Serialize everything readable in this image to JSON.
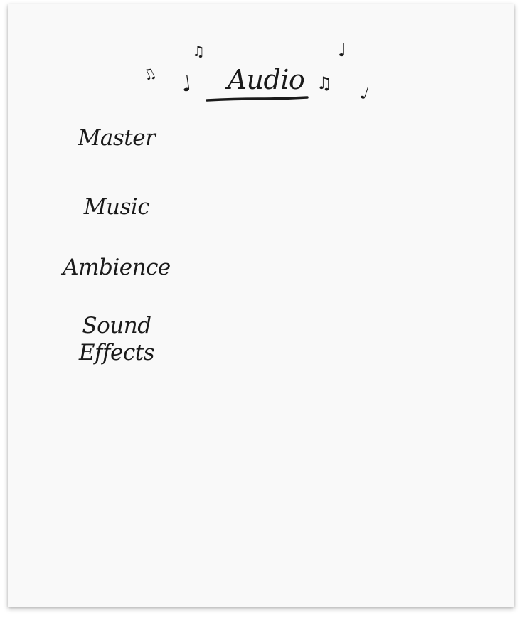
{
  "menu": {
    "title": "Audio",
    "decorations": [
      "music-note-icon",
      "music-note-icon",
      "music-note-icon",
      "music-note-icon",
      "music-note-icon",
      "music-note-icon"
    ]
  },
  "settings": {
    "master_label": "Master",
    "music_label": "Music",
    "ambience_label": "Ambience",
    "sfx_label": "Sound Effects"
  },
  "colors": {
    "paper": "#f9f9f9",
    "ink": "#1a1a1a"
  }
}
